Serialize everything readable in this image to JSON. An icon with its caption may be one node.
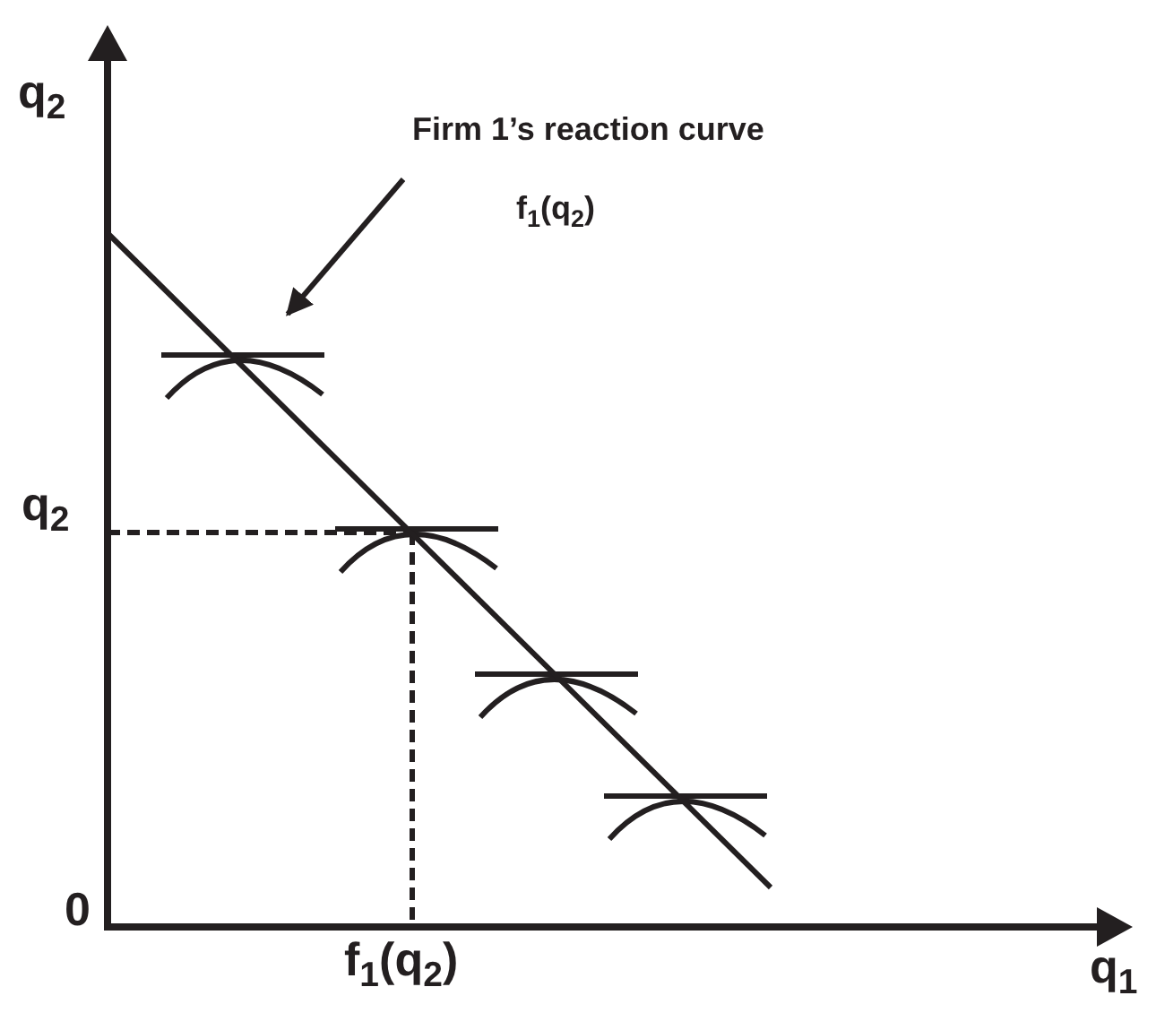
{
  "diagram": {
    "nodes": [
      {
        "text": [
          "Firm 1’s reaction curve f$_{1}$(q$_{2}$)"
        ]
      },
      {
        "text": [],
        "shape": "line"
      }
    ],
    "edges": [
      {
        "from": 0,
        "to": 1,
        "arrow": "to"
      }
    ],
    "labels": [
      "q$_{2}$",
      "q$_{2}$",
      "0",
      "f$_{1}$(q$_{2}$)",
      "q$_{1}$"
    ]
  }
}
